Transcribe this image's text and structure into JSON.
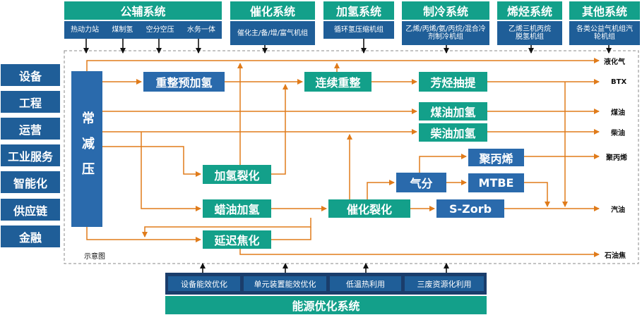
{
  "top_groups": [
    {
      "title": "公辅系统",
      "items": [
        "热动力站",
        "煤制氢",
        "空分空压",
        "水务一体"
      ]
    },
    {
      "title": "催化系统",
      "items": [
        "催化主/备/增/富气机组"
      ]
    },
    {
      "title": "加氢系统",
      "items": [
        "循环氢压缩机组"
      ]
    },
    {
      "title": "制冷系统",
      "items": [
        "乙烯/丙烯/氨/丙烷/混合冷剂制冷机组"
      ]
    },
    {
      "title": "烯烃系统",
      "items": [
        "乙烯三机丙烷脱氢机组"
      ]
    },
    {
      "title": "其他系统",
      "items": [
        "各类公益气机组汽轮机组"
      ]
    }
  ],
  "left_labels": [
    "设备",
    "工程",
    "运营",
    "工业服务",
    "智能化",
    "供应链",
    "金融"
  ],
  "units": {
    "cdu": "常减压",
    "reform_pre": "重整预加氢",
    "ccr": "连续重整",
    "aromatics": "芳烃抽提",
    "kero_hydro": "煤油加氢",
    "diesel_hydro": "柴油加氢",
    "hydrocracking": "加氢裂化",
    "wax_hydro": "蜡油加氢",
    "fcc": "催化裂化",
    "coker": "延迟焦化",
    "gas_frac": "气分",
    "pp": "聚丙烯",
    "mtbe": "MTBE",
    "szorb": "S-Zorb"
  },
  "outputs": [
    "液化气",
    "BTX",
    "煤油",
    "柴油",
    "聚丙烯",
    "汽油",
    "石油焦"
  ],
  "diagram_label": "示意图",
  "energy": {
    "items": [
      "设备能效优化",
      "单元装置能效优化",
      "低温热利用",
      "三废资源化利用"
    ],
    "title": "能源优化系统"
  },
  "colors": {
    "teal": "#13a08a",
    "blue": "#1f5e98",
    "arrow": "#e07b1a"
  }
}
